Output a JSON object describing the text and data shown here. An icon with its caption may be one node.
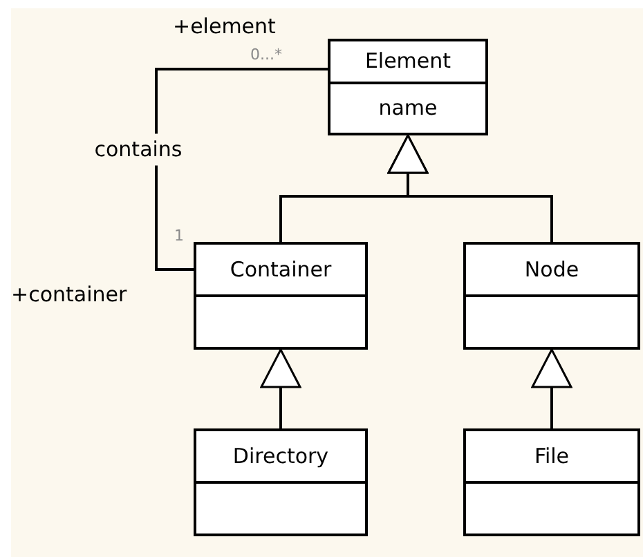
{
  "diagram": {
    "nodes": [
      {
        "text": [
          "Element",
          "name"
        ]
      },
      {
        "text": [
          "Container"
        ]
      },
      {
        "text": [
          "Node"
        ]
      },
      {
        "text": [
          "Directory"
        ]
      },
      {
        "text": [
          "File"
        ]
      }
    ],
    "edges": [
      {
        "from": 1,
        "to": 0,
        "arrow": "to"
      },
      {
        "from": 2,
        "to": 0,
        "arrow": "to"
      },
      {
        "from": 3,
        "to": 1,
        "arrow": "to"
      },
      {
        "from": 4,
        "to": 2,
        "arrow": "to"
      },
      {
        "from": 1,
        "to": 0,
        "arrow": "none",
        "label": "contains"
      }
    ],
    "labels": [
      "+element",
      "0...*",
      "1",
      "+container"
    ]
  }
}
